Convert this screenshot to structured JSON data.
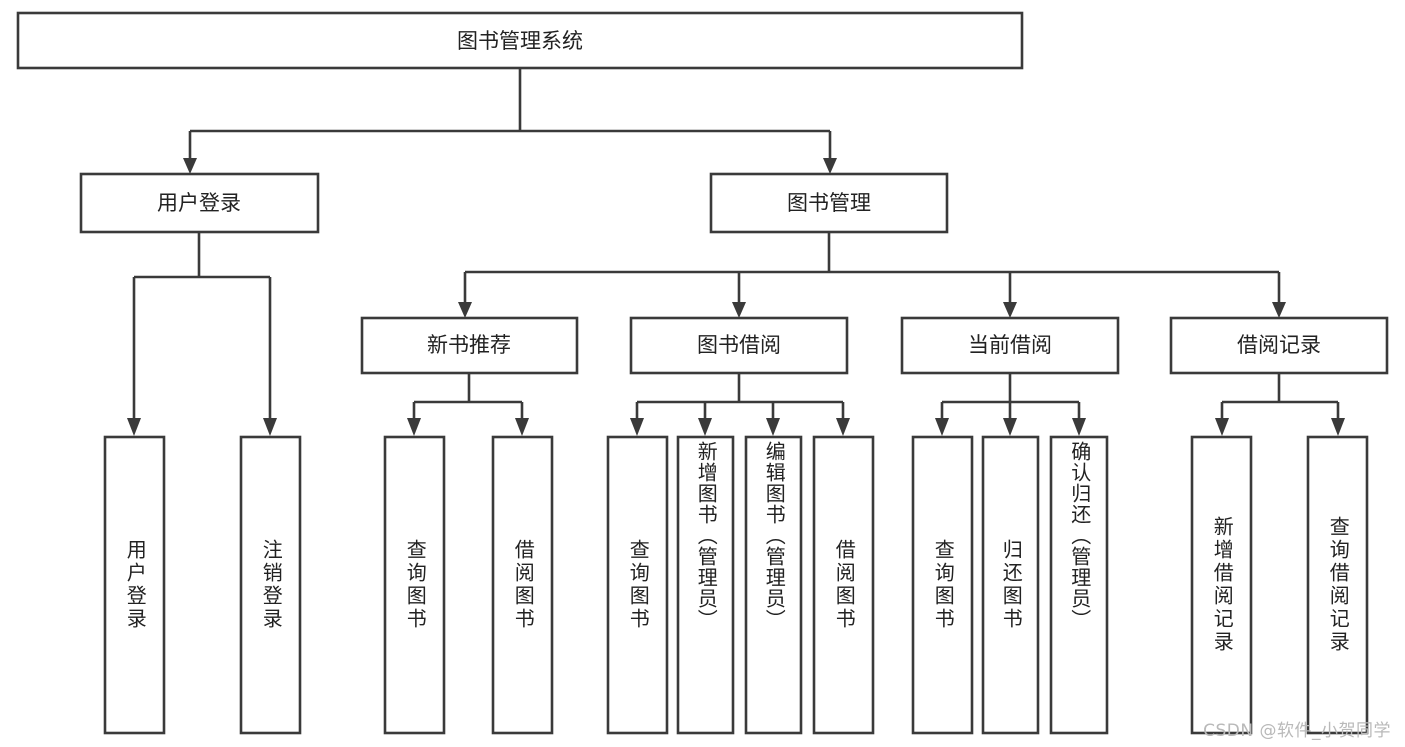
{
  "diagram": {
    "type": "tree-hierarchy",
    "title": "图书管理系统",
    "watermark": "CSDN @软件_小贺同学",
    "colors": {
      "stroke": "#3a3a3a",
      "fill": "#ffffff",
      "text": "#222222",
      "watermark": "#b9b9b9",
      "background": "#ffffff"
    },
    "levels": {
      "root": {
        "label": "图书管理系统"
      },
      "level2": [
        {
          "label": "用户登录"
        },
        {
          "label": "图书管理"
        }
      ],
      "level3": [
        {
          "label": "新书推荐"
        },
        {
          "label": "图书借阅"
        },
        {
          "label": "当前借阅"
        },
        {
          "label": "借阅记录"
        }
      ],
      "leaves": [
        {
          "label": "用户登录",
          "parent": "用户登录"
        },
        {
          "label": "注销登录",
          "parent": "用户登录"
        },
        {
          "label": "查询图书",
          "parent": "新书推荐"
        },
        {
          "label": "借阅图书",
          "parent": "新书推荐"
        },
        {
          "label": "查询图书",
          "parent": "图书借阅"
        },
        {
          "label": "新增图书（管理员）",
          "parent": "图书借阅"
        },
        {
          "label": "编辑图书（管理员）",
          "parent": "图书借阅"
        },
        {
          "label": "借阅图书",
          "parent": "图书借阅"
        },
        {
          "label": "查询图书",
          "parent": "当前借阅"
        },
        {
          "label": "归还图书",
          "parent": "当前借阅"
        },
        {
          "label": "确认归还（管理员）",
          "parent": "当前借阅"
        },
        {
          "label": "新增借阅记录",
          "parent": "借阅记录"
        },
        {
          "label": "查询借阅记录",
          "parent": "借阅记录"
        }
      ]
    }
  }
}
